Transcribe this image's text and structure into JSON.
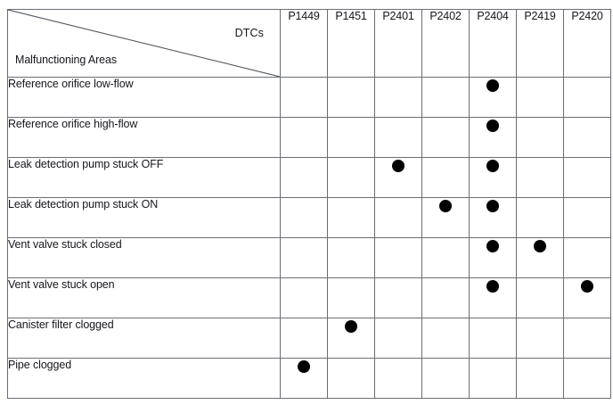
{
  "table": {
    "corner": {
      "column_axis_label": "DTCs",
      "row_axis_label": "Malfunctioning Areas",
      "diagonal_color": "#555a60"
    },
    "columns": [
      {
        "code": "P1449"
      },
      {
        "code": "P1451"
      },
      {
        "code": "P2401"
      },
      {
        "code": "P2402"
      },
      {
        "code": "P2404"
      },
      {
        "code": "P2419"
      },
      {
        "code": "P2420"
      }
    ],
    "rows": [
      {
        "area": "Reference orifice low-flow",
        "marks": [
          false,
          false,
          false,
          false,
          true,
          false,
          false
        ]
      },
      {
        "area": "Reference orifice high-flow",
        "marks": [
          false,
          false,
          false,
          false,
          true,
          false,
          false
        ]
      },
      {
        "area": "Leak detection pump stuck OFF",
        "marks": [
          false,
          false,
          true,
          false,
          true,
          false,
          false
        ]
      },
      {
        "area": "Leak detection pump stuck ON",
        "marks": [
          false,
          false,
          false,
          true,
          true,
          false,
          false
        ]
      },
      {
        "area": "Vent valve stuck closed",
        "marks": [
          false,
          false,
          false,
          false,
          true,
          true,
          false
        ]
      },
      {
        "area": "Vent valve stuck open",
        "marks": [
          false,
          false,
          false,
          false,
          true,
          false,
          true
        ]
      },
      {
        "area": "Canister filter clogged",
        "marks": [
          false,
          true,
          false,
          false,
          false,
          false,
          false
        ]
      },
      {
        "area": "Pipe clogged",
        "marks": [
          true,
          false,
          false,
          false,
          false,
          false,
          false
        ]
      }
    ],
    "mark_symbol": "filled-circle",
    "mark_color": "#000000",
    "border_color": "#6a6f76",
    "text_color": "#16161d"
  }
}
